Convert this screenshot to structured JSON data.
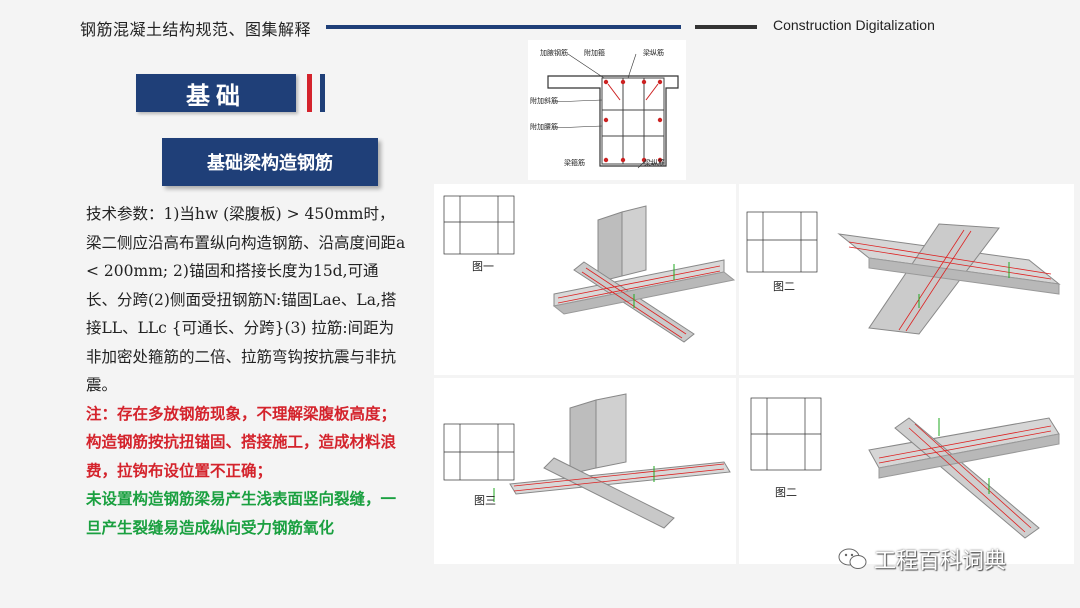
{
  "header": {
    "title": "钢筋混凝土结构规范、图集解释",
    "right_text": "Construction Digitalization"
  },
  "section": {
    "badge": "基础",
    "sub_badge": "基础梁构造钢筋"
  },
  "body": {
    "paragraph": "技术参数：1)当hw (梁腹板) > 450mm时，梁二侧应沿高布置纵向构造钢筋、沿高度间距a < 200mm; 2)锚固和搭接长度为15d,可通长、分跨(2)侧面受扭钢筋N:锚固Lae、La,搭接LL、LLc {可通长、分跨}(3) 拉筋:间距为非加密处箍筋的二倍、拉筋弯钩按抗震与非抗震。",
    "note_red": "注：存在多放钢筋现象，不理解梁腹板高度；构造钢筋按抗扭锚固、搭接施工，造成材料浪费，拉钩布设位置不正确；",
    "note_green": "未设置构造钢筋梁易产生浅表面竖向裂缝，一旦产生裂缝易造成纵向受力钢筋氧化"
  },
  "cross_section": {
    "labels": [
      "加腋钢筋",
      "附加箍",
      "梁纵筋",
      "附加斜筋",
      "附加腰筋",
      "梁箍筋",
      "梁纵筋"
    ]
  },
  "panels": [
    {
      "caption": "图一"
    },
    {
      "caption": "图二"
    },
    {
      "caption": "图三"
    },
    {
      "caption": "图二"
    }
  ],
  "watermark": {
    "text": "工程百科词典"
  }
}
